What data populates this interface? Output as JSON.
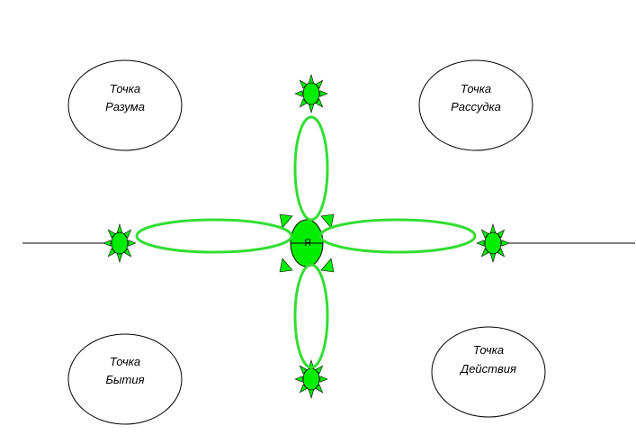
{
  "points": {
    "top_left": {
      "line1": "Точка",
      "line2": "Разума"
    },
    "top_right": {
      "line1": "Точка",
      "line2": "Рассудка"
    },
    "bottom_left": {
      "line1": "Точка",
      "line2": "Бытия"
    },
    "bottom_right": {
      "line1": "Точка",
      "line2": "Действия"
    }
  },
  "center": {
    "label": "Я"
  },
  "colors": {
    "green": "#00ee00",
    "petal_stroke": "#33dd33",
    "outline": "#000000"
  }
}
